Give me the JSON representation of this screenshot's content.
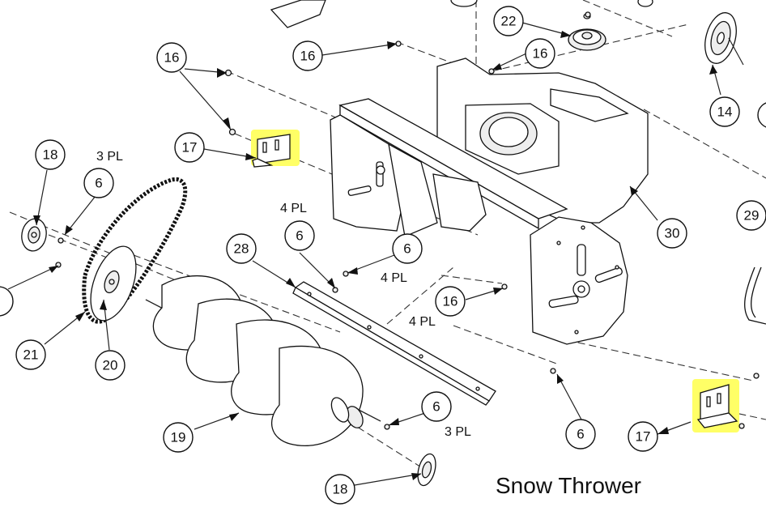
{
  "title": "Snow Thrower",
  "highlight_color": "#ffff66",
  "callouts": [
    {
      "id": "c16a",
      "label": "16"
    },
    {
      "id": "c16b",
      "label": "16"
    },
    {
      "id": "c16c",
      "label": "16"
    },
    {
      "id": "c16d",
      "label": "16"
    },
    {
      "id": "c22",
      "label": "22"
    },
    {
      "id": "c14",
      "label": "14"
    },
    {
      "id": "c17a",
      "label": "17"
    },
    {
      "id": "c17b",
      "label": "17"
    },
    {
      "id": "c18a",
      "label": "18"
    },
    {
      "id": "c18b",
      "label": "18"
    },
    {
      "id": "c6a",
      "label": "6"
    },
    {
      "id": "c6b",
      "label": "6"
    },
    {
      "id": "c6c",
      "label": "6"
    },
    {
      "id": "c6d",
      "label": "6"
    },
    {
      "id": "c6e",
      "label": "6"
    },
    {
      "id": "c28",
      "label": "28"
    },
    {
      "id": "c30",
      "label": "30"
    },
    {
      "id": "c29",
      "label": "29"
    },
    {
      "id": "c21",
      "label": "21"
    },
    {
      "id": "c20",
      "label": "20"
    },
    {
      "id": "c19",
      "label": "19"
    }
  ],
  "notes": [
    {
      "id": "n1",
      "text": "3 PL"
    },
    {
      "id": "n2",
      "text": "4 PL"
    },
    {
      "id": "n3",
      "text": "4 PL"
    },
    {
      "id": "n4",
      "text": "4 PL"
    },
    {
      "id": "n5",
      "text": "3 PL"
    }
  ]
}
